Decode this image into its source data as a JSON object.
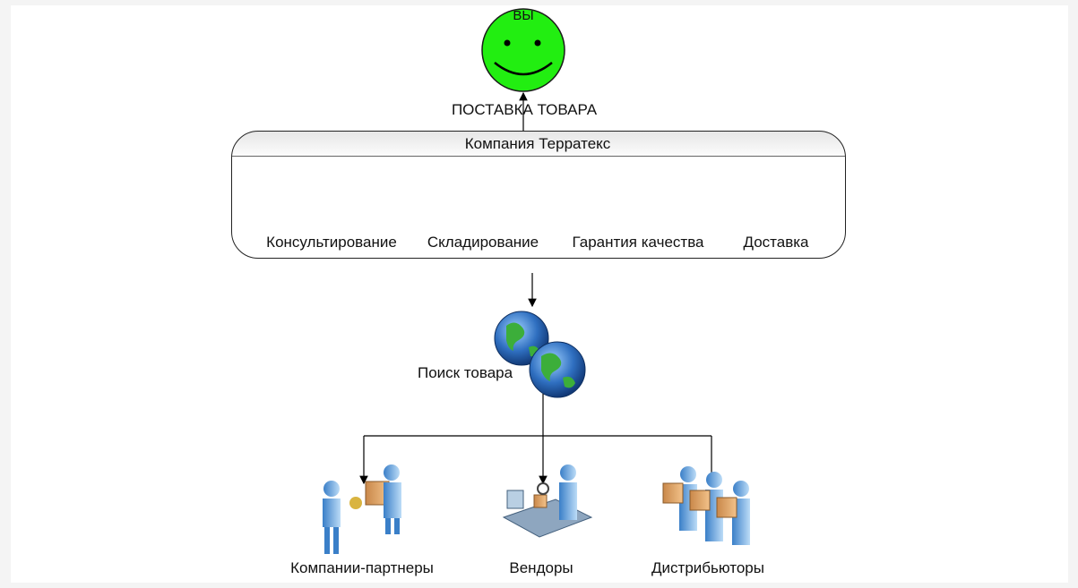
{
  "you": {
    "label": "ВЫ"
  },
  "delivery": {
    "label": "ПОСТАВКА ТОВАРА"
  },
  "company": {
    "title": "Компания Терратекс",
    "services": [
      {
        "label": "Консультирование",
        "icon": "consulting-icon"
      },
      {
        "label": "Складирование",
        "icon": "warehouse-boxes-icon"
      },
      {
        "label": "Гарантия качества",
        "icon": "quality-inspection-icon"
      },
      {
        "label": "Доставка",
        "icon": "forklift-delivery-icon"
      }
    ]
  },
  "search": {
    "label": "Поиск товара",
    "icon": "globe-icon"
  },
  "sources": [
    {
      "label": "Компании-партнеры",
      "icon": "partner-handshake-icon"
    },
    {
      "label": "Вендоры",
      "icon": "vendor-conveyor-icon"
    },
    {
      "label": "Дистрибьюторы",
      "icon": "distributors-icon"
    }
  ],
  "colors": {
    "smiley": "#22ee11",
    "arrow": "#000000",
    "box_border": "#222222"
  }
}
